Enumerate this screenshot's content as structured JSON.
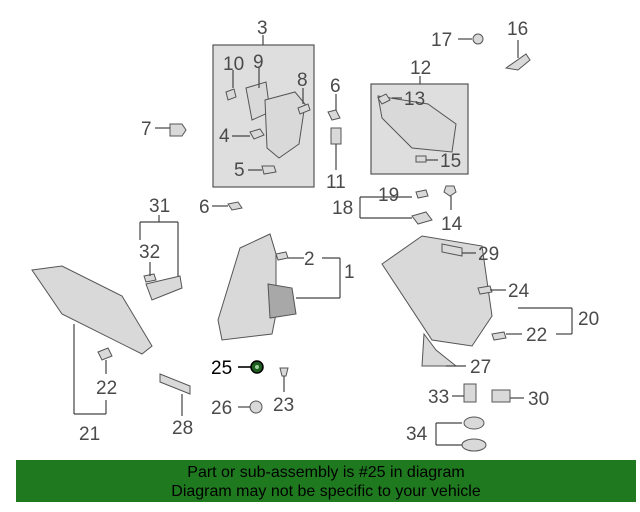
{
  "diagram": {
    "callouts": {
      "c1": "1",
      "c2": "2",
      "c3": "3",
      "c4": "4",
      "c5": "5",
      "c6a": "6",
      "c6b": "6",
      "c7": "7",
      "c8": "8",
      "c9": "9",
      "c10": "10",
      "c11": "11",
      "c12": "12",
      "c13": "13",
      "c14": "14",
      "c15": "15",
      "c16": "16",
      "c17": "17",
      "c18": "18",
      "c19": "19",
      "c20": "20",
      "c21": "21",
      "c22a": "22",
      "c22b": "22",
      "c23": "23",
      "c24": "24",
      "c25": "25",
      "c26": "26",
      "c27": "27",
      "c28": "28",
      "c29": "29",
      "c30": "30",
      "c31": "31",
      "c32": "32",
      "c33": "33",
      "c34": "34"
    },
    "highlighted_callout": "25",
    "colors": {
      "band": "#1f7a1f",
      "part_fill": "#d9d9d9",
      "line": "#444444"
    }
  },
  "note": {
    "line1": "Part or sub-assembly is #25 in diagram",
    "line2": "Diagram may not be specific to your vehicle"
  }
}
